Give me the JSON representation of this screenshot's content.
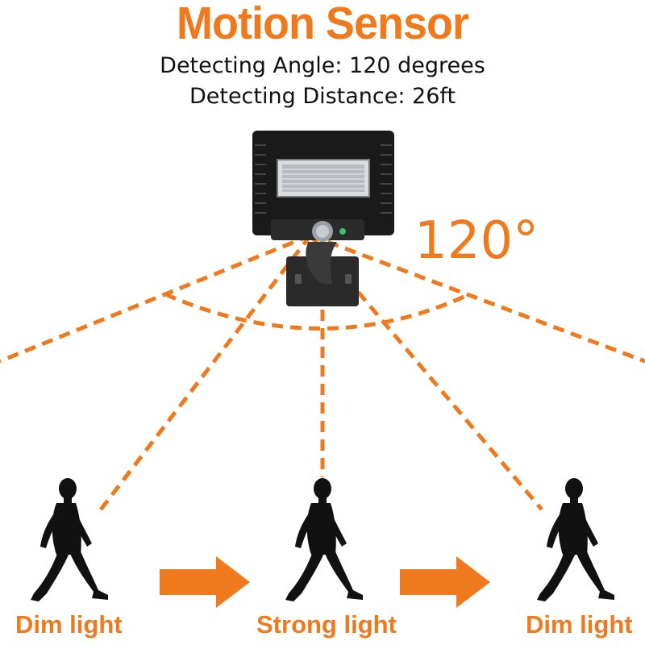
{
  "title": "Motion Sensor",
  "specs": {
    "angle": "Detecting Angle: 120 degrees",
    "distance": "Detecting Distance: 26ft"
  },
  "angle_label": "120°",
  "persons": [
    {
      "label": "Dim light"
    },
    {
      "label": "Strong light"
    },
    {
      "label": "Dim light"
    }
  ],
  "colors": {
    "accent": "#ee7a1d",
    "device": "#1a1a1a",
    "silhouette": "#111111"
  },
  "icons": [
    "floodlight-icon",
    "walking-person-icon",
    "right-arrow-icon"
  ]
}
